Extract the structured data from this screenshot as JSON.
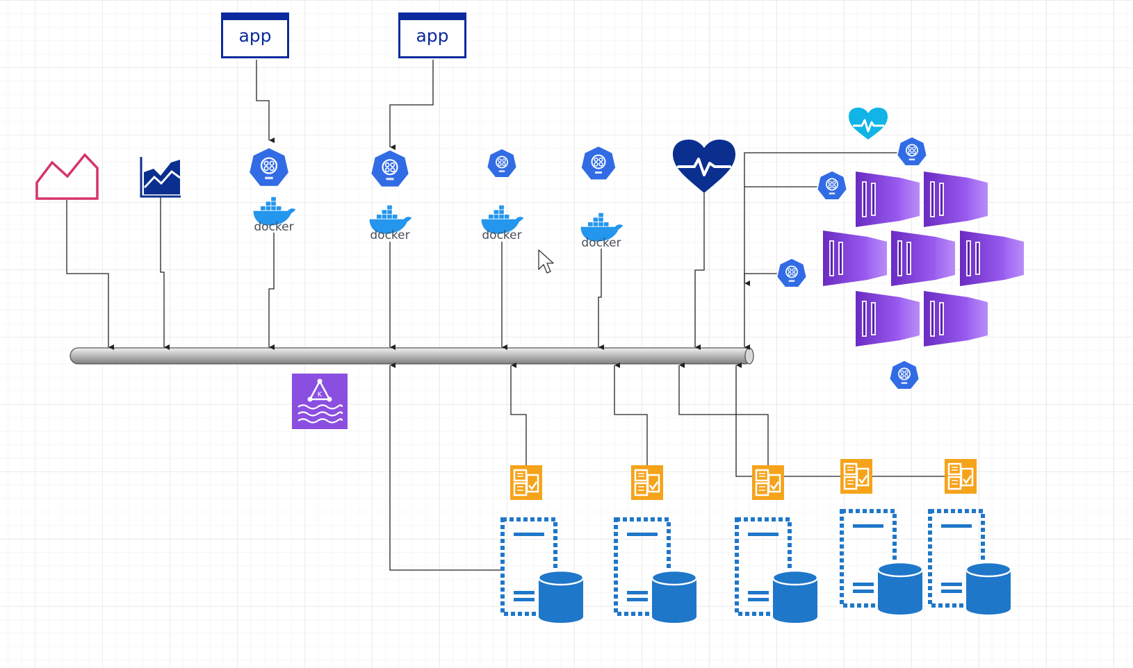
{
  "apps": [
    {
      "label": "app"
    },
    {
      "label": "app"
    }
  ],
  "docker_labels": [
    "docker",
    "docker",
    "docker",
    "docker"
  ],
  "kinesis_letter": "K",
  "colors": {
    "app_blue": "#0a2a9e",
    "connector": "#222222",
    "k8s_blue": "#326ce5",
    "docker_blue": "#2496ed",
    "heart_navy": "#0b2f8f",
    "heart_cyan": "#10b4e6",
    "container_purple": "#8a4fd9",
    "kinesis_purple": "#8a4fe0",
    "orange": "#f5a31a",
    "db_blue": "#1f77c9",
    "area_pink": "#d6336c"
  },
  "icons": [
    "area-chart-icon",
    "line-chart-icon",
    "kubernetes-api-icon",
    "docker-icon",
    "health-heart-icon",
    "container-instance-icon",
    "kinesis-stream-icon",
    "storage-service-icon",
    "database-server-icon",
    "mouse-cursor-icon"
  ]
}
